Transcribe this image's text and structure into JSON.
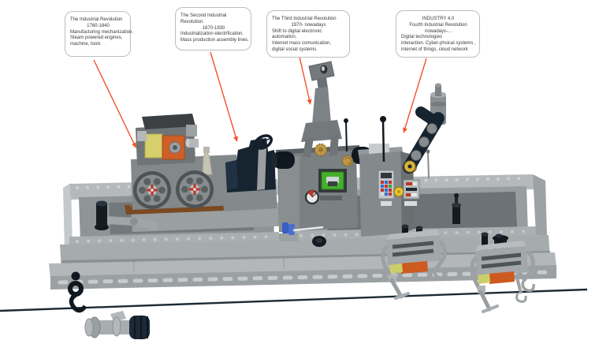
{
  "title": "LEGO model of the four industrial revolutions with annotations",
  "background": "#ffffff",
  "annotation": {
    "leader_line_color": "#f4502a",
    "box_border_color": "#bdbdbd"
  },
  "callouts": [
    {
      "name": "first-industrial-revolution",
      "lines": [
        "The Industrial Revolution",
        "1760-1840",
        "Manufacturing mechanization.",
        "Steam powered engines,",
        "machine, tools"
      ]
    },
    {
      "name": "second-industrial-revolution",
      "lines": [
        "The Second Industrial",
        "Revolution.",
        "1870-1930",
        "Industrialization electrification.",
        "Mass production assembly lines."
      ]
    },
    {
      "name": "third-industrial-revolution",
      "lines": [
        "The Third Industrial Revolution",
        "1970- nowadays",
        "Shift to digital electronic",
        "automation.",
        "Internet mass comunication,",
        "digital social systems"
      ]
    },
    {
      "name": "industry-4-0",
      "lines": [
        "INDUSTRY 4.0",
        "Fourth Industrial Revolution",
        "nowadays-...",
        "Digital technologies",
        "interaction. Cyber-phsical systems ,",
        "internet of things, cloud network"
      ]
    }
  ],
  "model_colors": {
    "plate_light": "#b5b9bb",
    "plate_mid": "#9aa0a2",
    "plate_dark": "#73787c",
    "machine_gray": "#84898b",
    "navy": "#16242f",
    "screen_green": "#44b02c",
    "boiler_yellow": "#d6cf6b",
    "boiler_orange": "#cd5f27",
    "wheel_hub_red": "#bf3528",
    "track_brown": "#7a4a22",
    "knob_gold": "#bf9747",
    "button_yellow": "#e6c430",
    "cable": "#1c2a33"
  }
}
